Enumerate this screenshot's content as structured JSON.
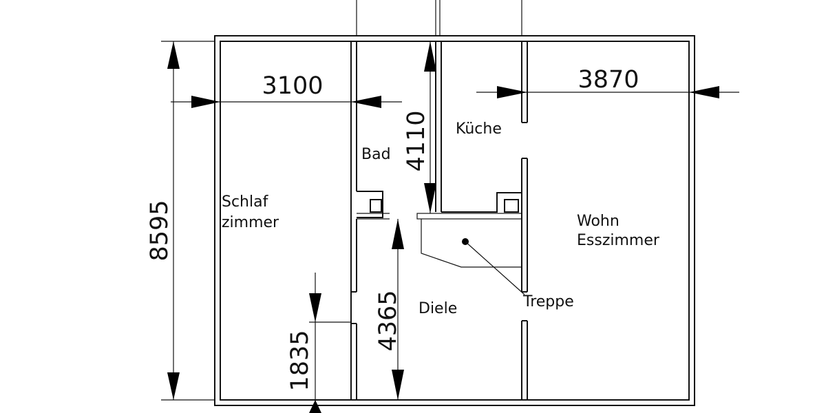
{
  "plan": {
    "dimensions": {
      "overall_height": "8595",
      "bedroom_width": "3100",
      "living_width": "3870",
      "bath_depth": "4110",
      "hall_depth": "4365",
      "door_offset": "1835"
    },
    "rooms": {
      "bedroom_line1": "Schlaf",
      "bedroom_line2": "zimmer",
      "bath": "Bad",
      "kitchen": "Küche",
      "hall": "Diele",
      "stairs": "Treppe",
      "living_line1": "Wohn",
      "living_line2": "Esszimmer"
    }
  }
}
